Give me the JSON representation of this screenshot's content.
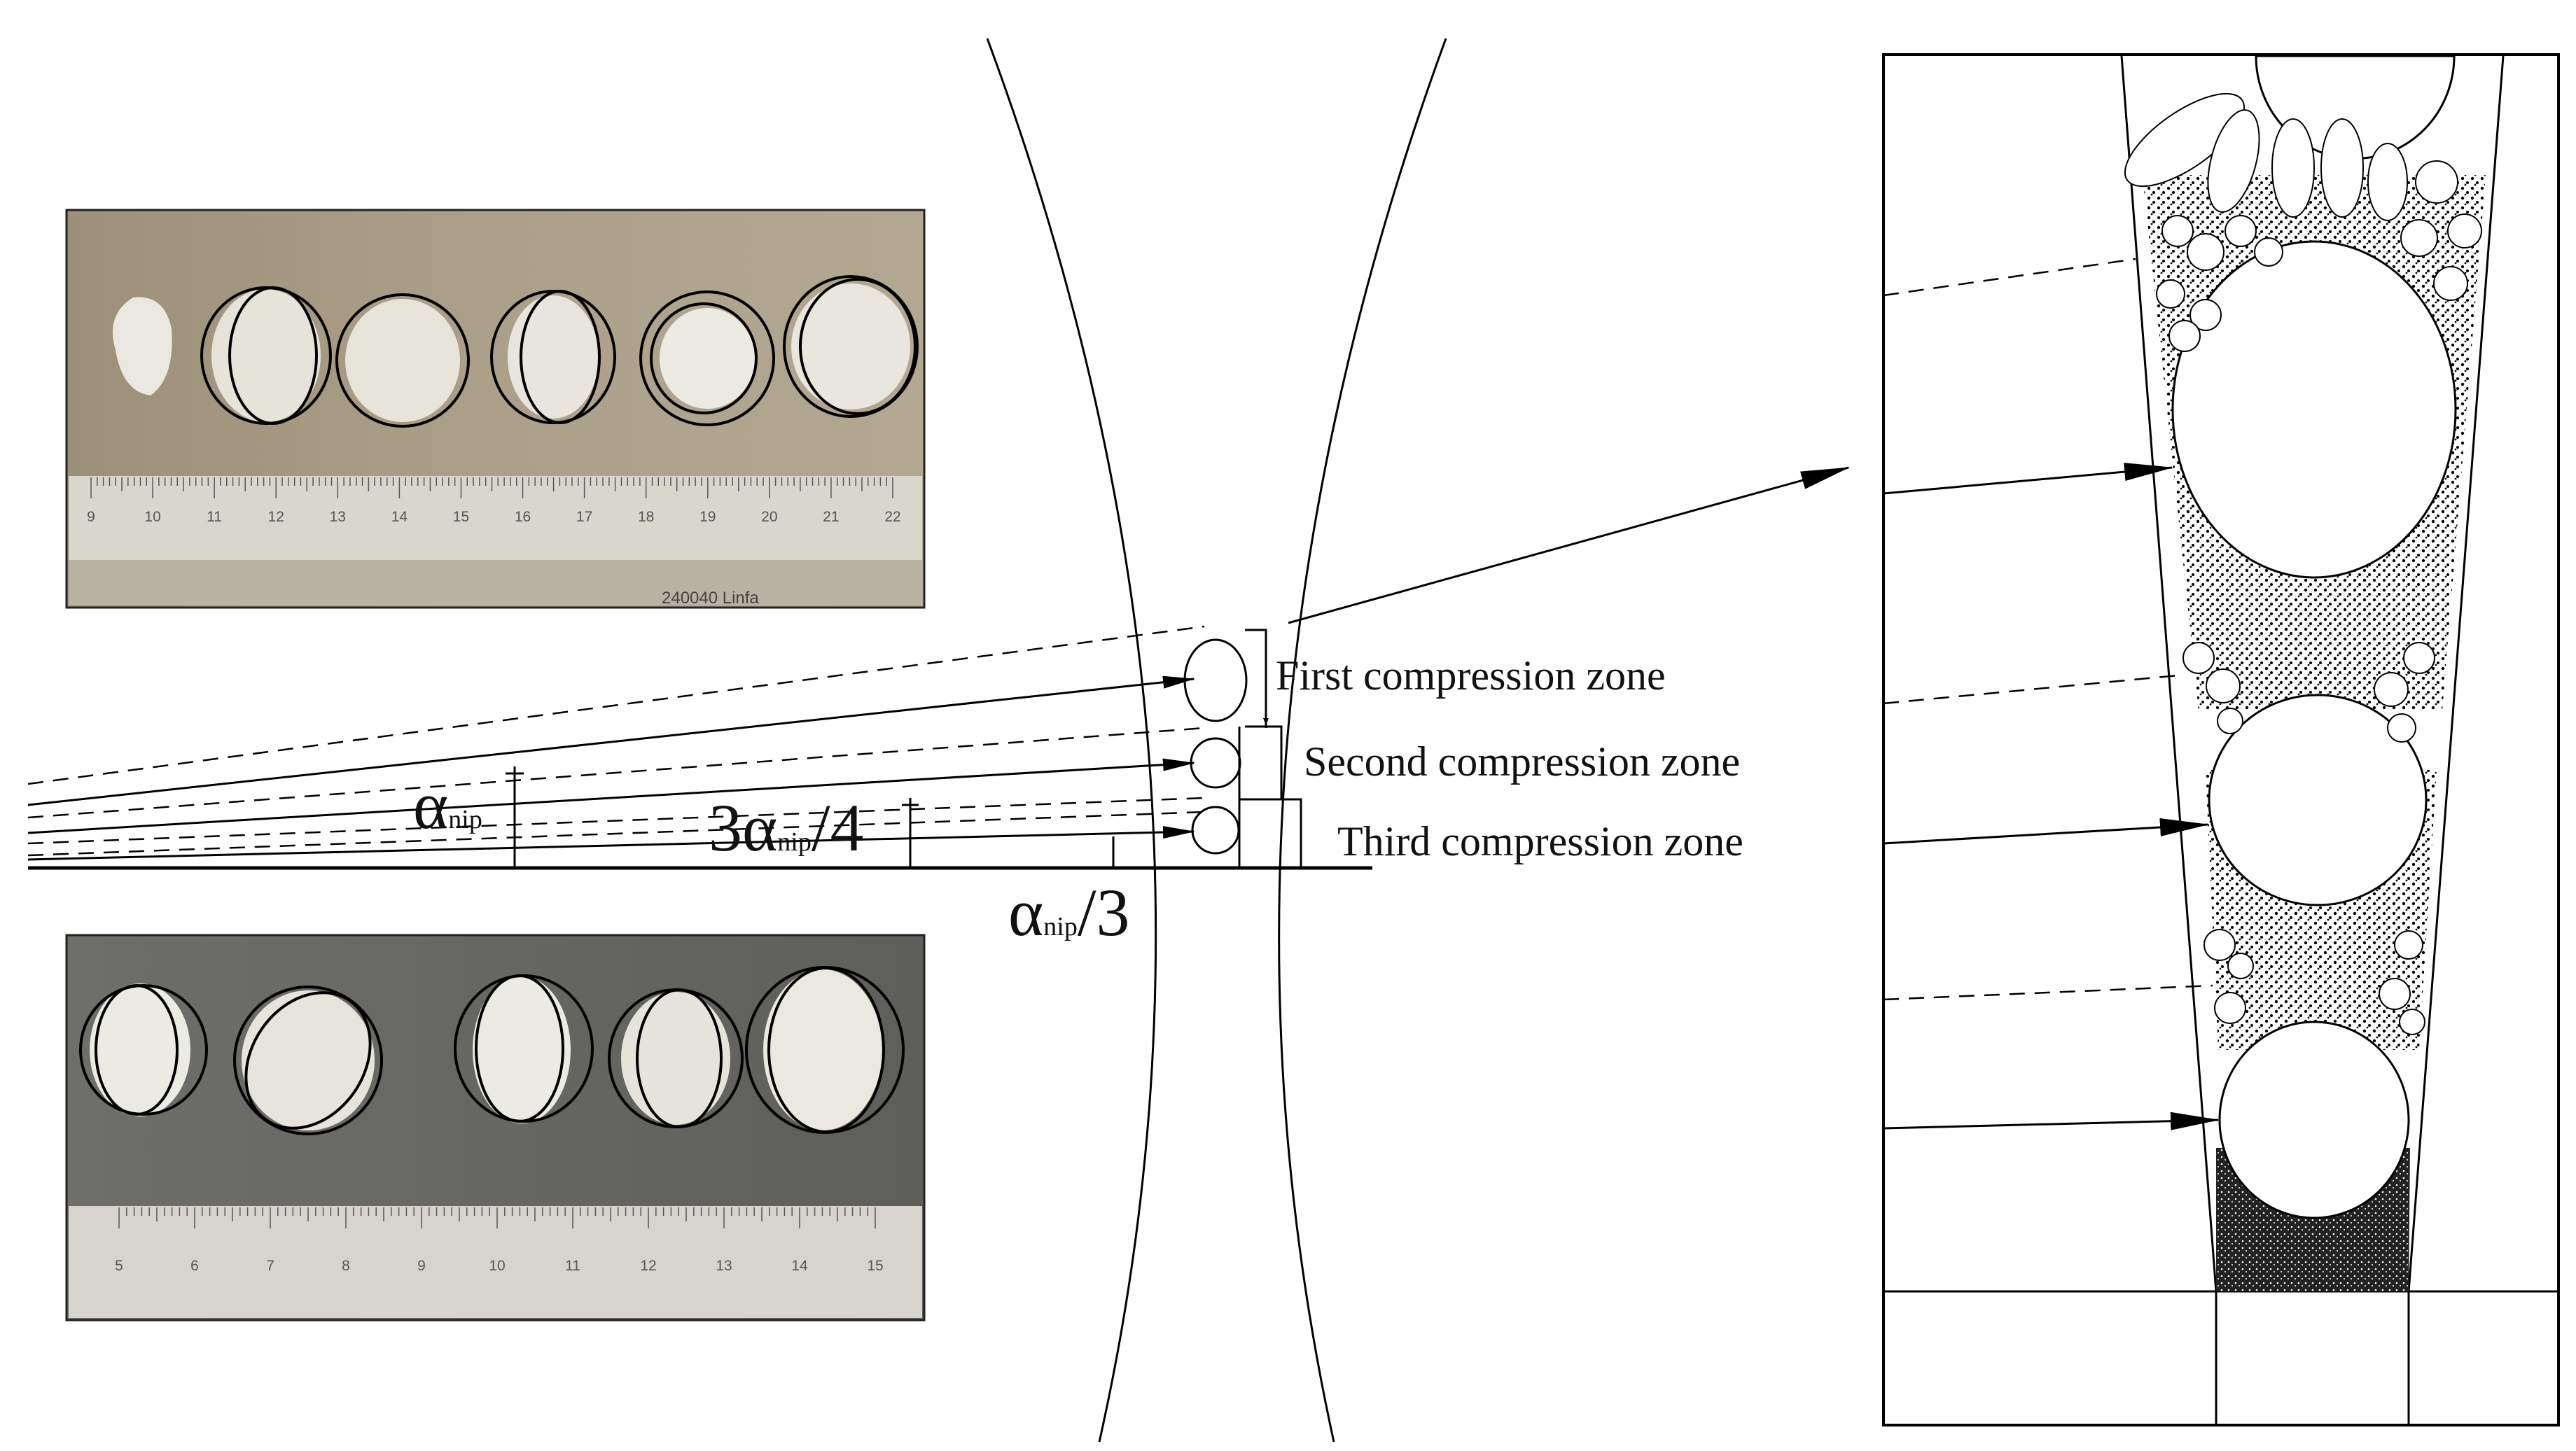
{
  "zones": {
    "first": "First compression zone",
    "second": "Second compression zone",
    "third": "Third compression zone"
  },
  "angles": {
    "alpha_nip": {
      "symbol": "α",
      "sub": "nip",
      "suffix": ""
    },
    "three_quarter": {
      "prefix": "3α",
      "sub": "nip",
      "suffix": "/4"
    },
    "one_third": {
      "prefix": "α",
      "sub": "nip",
      "suffix": "/3"
    }
  },
  "photo_top": {
    "ruler_numbers": [
      "9",
      "10",
      "11",
      "12",
      "13",
      "14",
      "15",
      "16",
      "17",
      "18",
      "19",
      "20",
      "21",
      "22"
    ],
    "ruler_brand": "240040  Linfa"
  },
  "photo_bottom": {
    "ruler_numbers": [
      "5",
      "6",
      "7",
      "8",
      "9",
      "10",
      "11",
      "12",
      "13",
      "14",
      "15"
    ]
  },
  "colors": {
    "line": "#000000",
    "photo_bg_top": "#a89c84",
    "photo_bg_bottom": "#6a6a64",
    "ruler": "#d8d6cc",
    "stone": "#e9e6dc"
  }
}
